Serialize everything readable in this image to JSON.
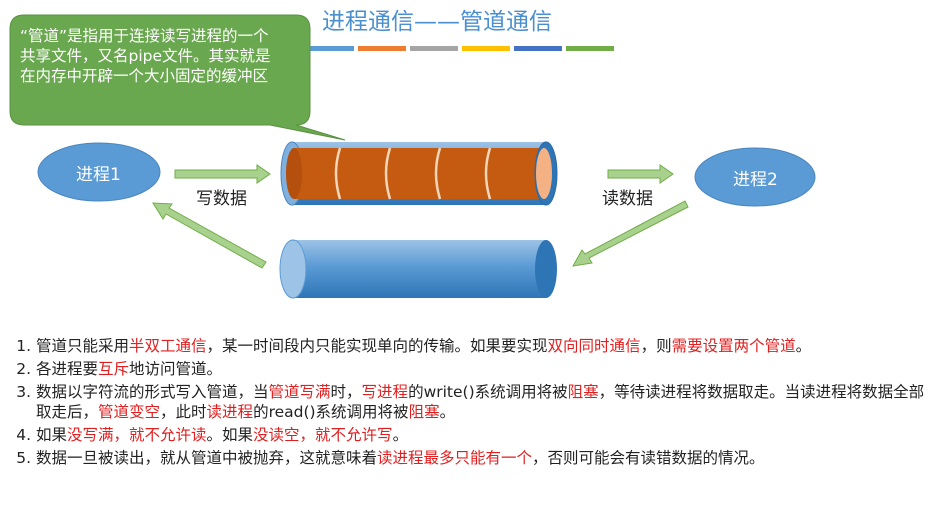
{
  "title": "进程通信——管道通信",
  "title_bar_colors": [
    "#5b9bd5",
    "#ed7d31",
    "#a5a5a5",
    "#ffc000",
    "#4472c4",
    "#70ad47"
  ],
  "callout": {
    "text": "“管道”是指用于连接读写进程的一个共享文件，又名pipe文件。其实就是在内存中开辟一个大小固定的缓冲区",
    "color": "#6aa84f"
  },
  "nodes": {
    "process1": "进程1",
    "process2": "进程2"
  },
  "edges": {
    "write": "写数据",
    "read": "读数据"
  },
  "colors": {
    "process": "#5b9bd5",
    "pipe_fill": "#c55a11",
    "pipe_tube": "#5b9bd5",
    "arrow": "#a9d18e",
    "highlight": "#e02020"
  },
  "points": [
    [
      {
        "t": "管道只能采用",
        "red": false
      },
      {
        "t": "半双工通信",
        "red": true
      },
      {
        "t": "，某一时间段内只能实现单向的传输。如果要实现",
        "red": false
      },
      {
        "t": "双向同时通信",
        "red": true
      },
      {
        "t": "，则",
        "red": false
      },
      {
        "t": "需要设置两个管道",
        "red": true
      },
      {
        "t": "。",
        "red": false
      }
    ],
    [
      {
        "t": "各进程要",
        "red": false
      },
      {
        "t": "互斥",
        "red": true
      },
      {
        "t": "地访问管道。",
        "red": false
      }
    ],
    [
      {
        "t": "数据以字符流的形式写入管道，当",
        "red": false
      },
      {
        "t": "管道写满",
        "red": true
      },
      {
        "t": "时，",
        "red": false
      },
      {
        "t": "写进程",
        "red": true
      },
      {
        "t": "的write()系统调用将被",
        "red": false
      },
      {
        "t": "阻塞",
        "red": true
      },
      {
        "t": "，等待读进程将数据取走。当读进程将数据全部取走后，",
        "red": false
      },
      {
        "t": "管道变空",
        "red": true
      },
      {
        "t": "，此时",
        "red": false
      },
      {
        "t": "读进程",
        "red": true
      },
      {
        "t": "的read()系统调用将被",
        "red": false
      },
      {
        "t": "阻塞",
        "red": true
      },
      {
        "t": "。",
        "red": false
      }
    ],
    [
      {
        "t": "如果",
        "red": false
      },
      {
        "t": "没写满，就不允许读",
        "red": true
      },
      {
        "t": "。如果",
        "red": false
      },
      {
        "t": "没读空，就不允许写",
        "red": true
      },
      {
        "t": "。",
        "red": false
      }
    ],
    [
      {
        "t": "数据一旦被读出，就从管道中被抛弃，这就意味着",
        "red": false
      },
      {
        "t": "读进程最多只能有一个",
        "red": true
      },
      {
        "t": "，否则可能会有读错数据的情况。",
        "red": false
      }
    ]
  ]
}
